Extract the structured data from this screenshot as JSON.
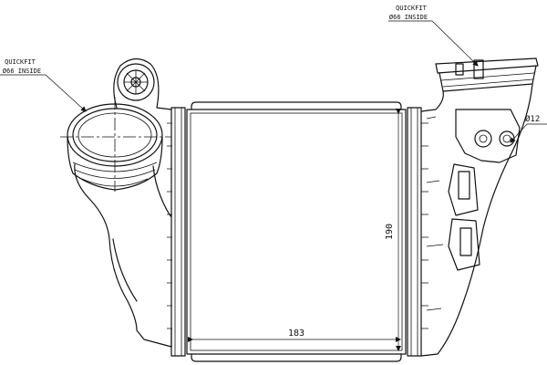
{
  "callouts": {
    "top_right": {
      "line1": "QUICKFIT",
      "line2": "Ø66 INSIDE"
    },
    "left": {
      "line1": "QUICKFIT",
      "line2": "Ø66 INSIDE"
    },
    "bolt": "Ø12"
  },
  "dimensions": {
    "height": "190",
    "width": "183"
  }
}
